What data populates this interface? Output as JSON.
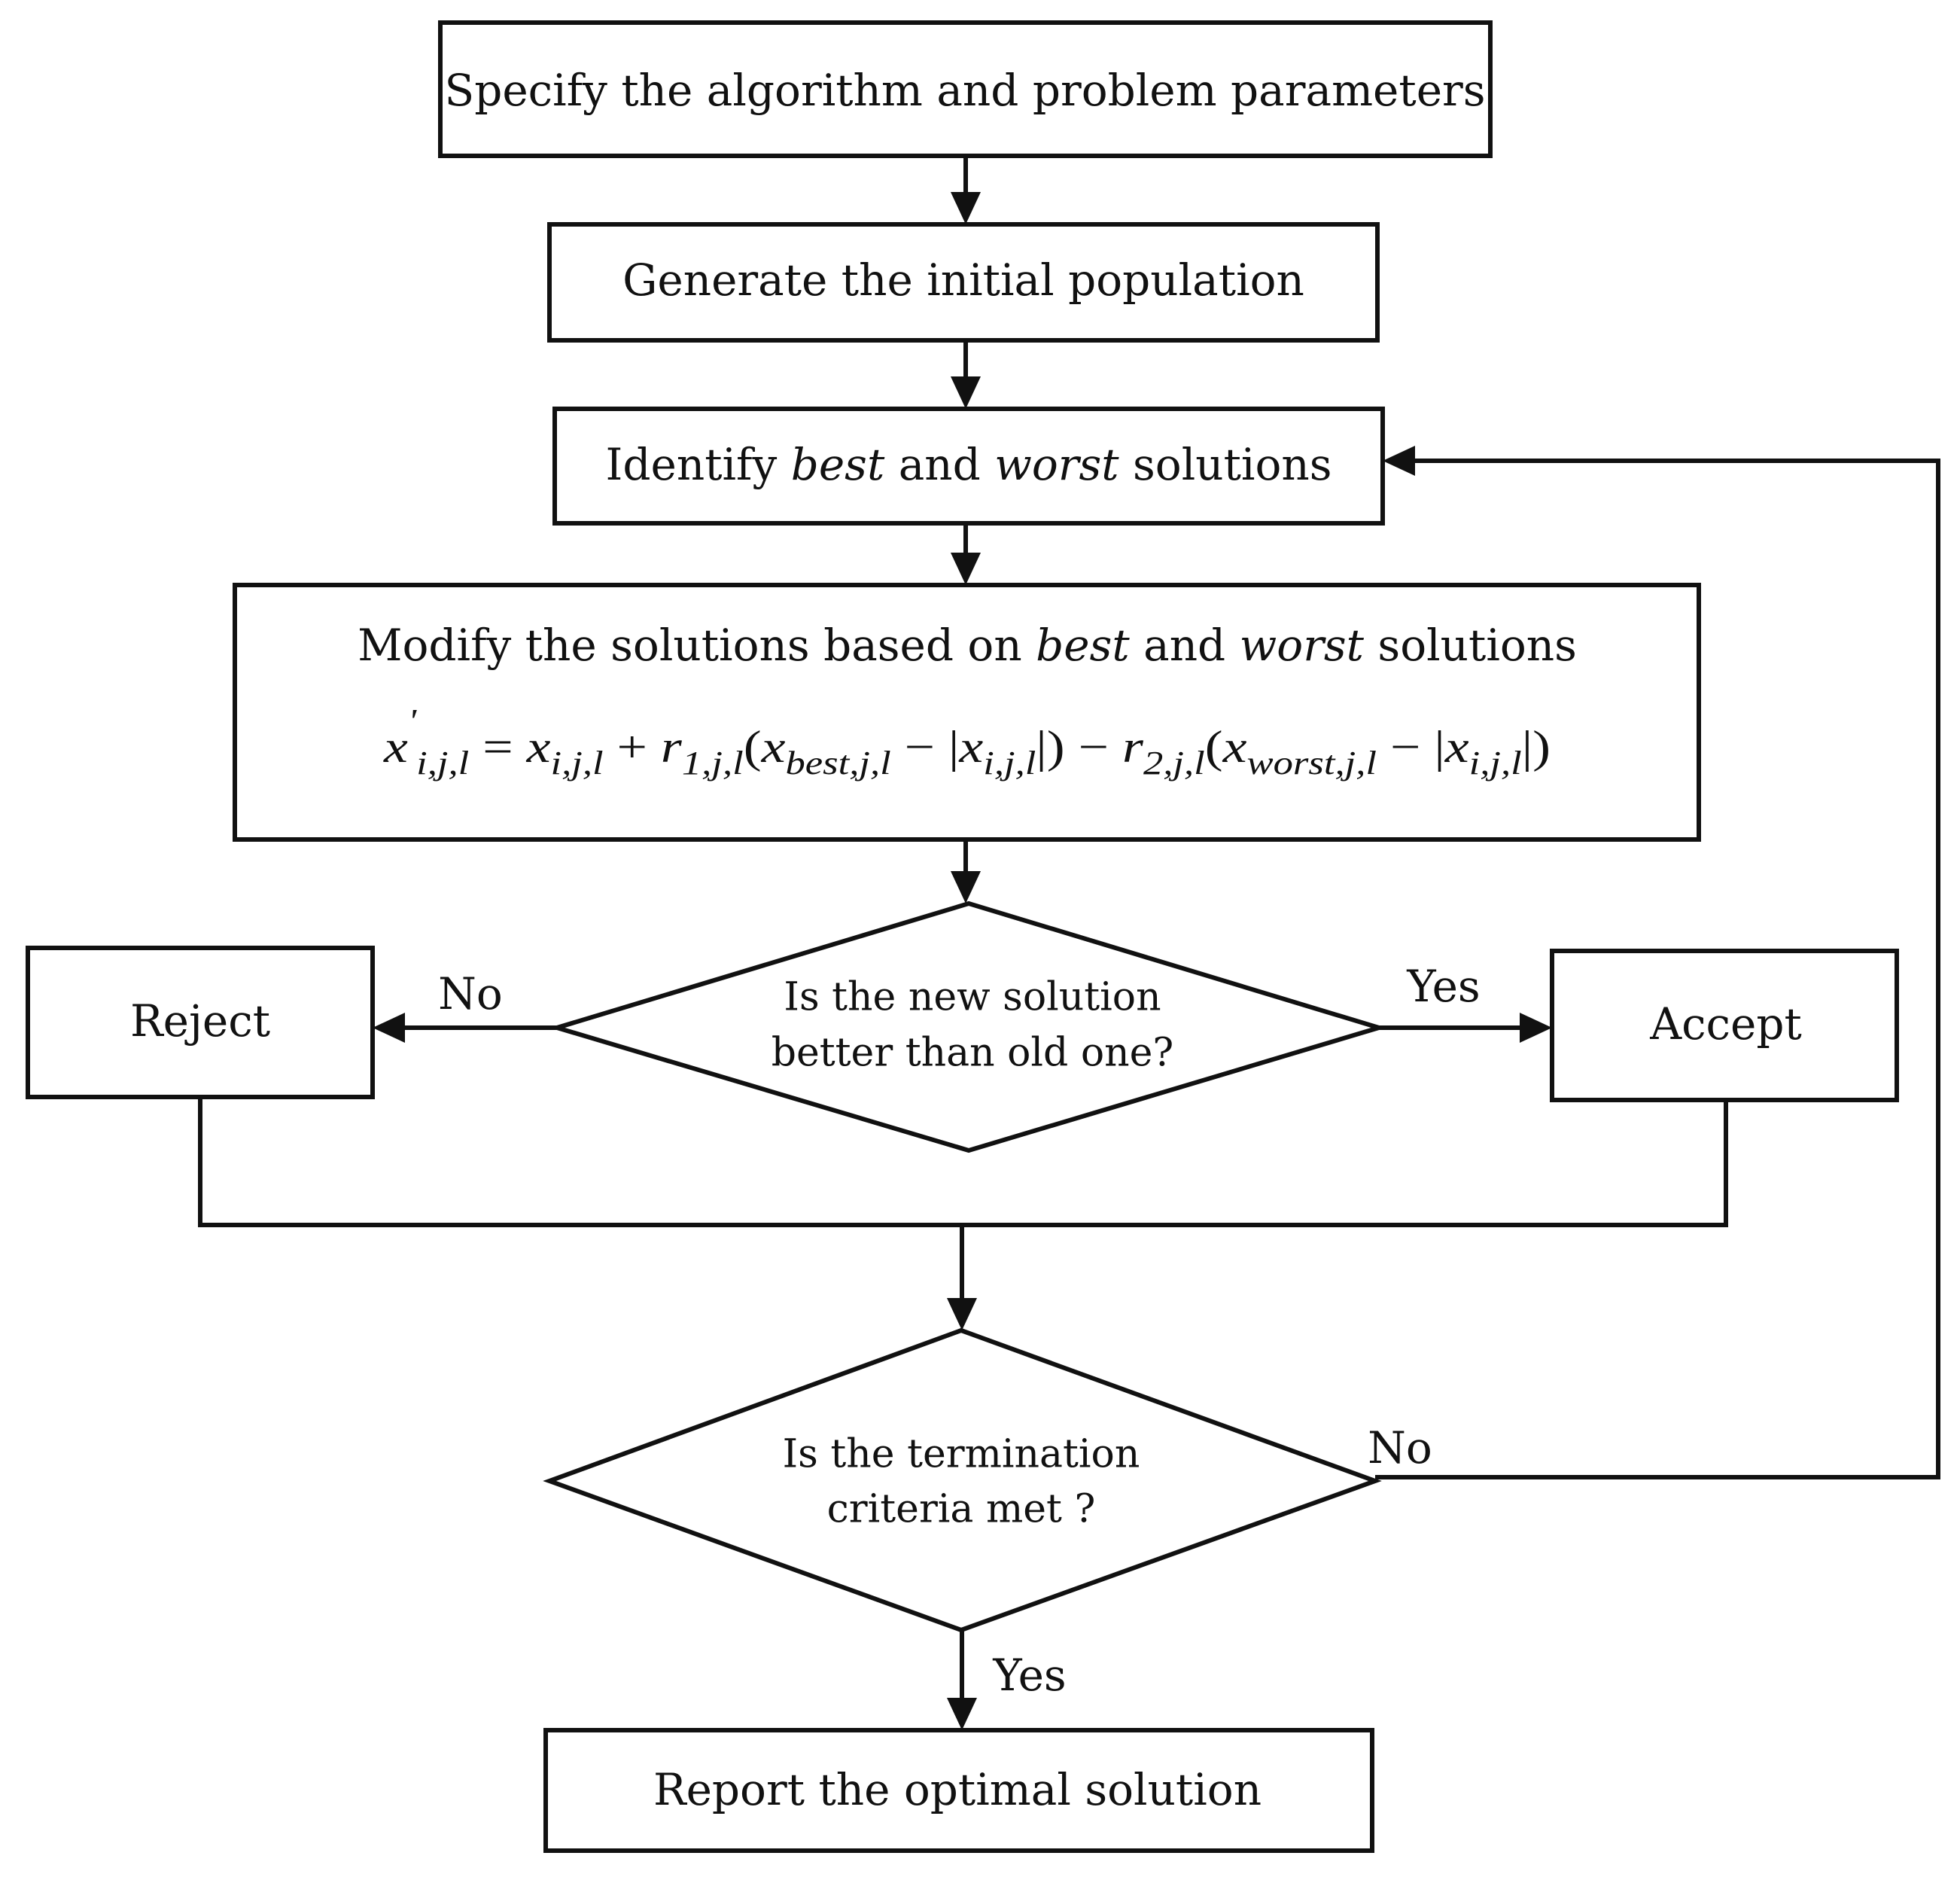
{
  "nodes": {
    "specify": {
      "text": "Specify the algorithm and problem parameters"
    },
    "generate": {
      "text": "Generate the initial population"
    },
    "identify": {
      "pre": "Identify ",
      "best": "best",
      "mid": " and ",
      "worst": "worst",
      "post": " solutions"
    },
    "modify": {
      "pre": "Modify the solutions based on ",
      "best": "best",
      "mid": " and ",
      "worst": "worst",
      "post": " solutions",
      "formula": {
        "lhs": "x",
        "lhs_prime": "'",
        "lhs_sub": "i,j,l",
        "eq": " = ",
        "x1": "x",
        "x1_sub": "i,j,l",
        "plus": " + ",
        "r1": "r",
        "r1_sub": "1,j,l",
        "open1": "(",
        "xb": "x",
        "xb_sub": "best,j,l",
        "minus1": " − |",
        "xa": "x",
        "xa_sub": "i,j,l",
        "close1": "|)",
        "minus2": " − ",
        "r2": "r",
        "r2_sub": "2,j,l",
        "open2": "(",
        "xw": "x",
        "xw_sub": "worst,j,l",
        "minus3": " − |",
        "xc": "x",
        "xc_sub": "i,j,l",
        "close2": "|)"
      }
    },
    "decision1": {
      "line1": "Is the new solution",
      "line2": "better than old one?"
    },
    "reject": {
      "text": "Reject"
    },
    "accept": {
      "text": "Accept"
    },
    "decision2": {
      "line1": "Is the termination",
      "line2": "criteria met ?"
    },
    "report": {
      "text": "Report the optimal solution"
    }
  },
  "edge_labels": {
    "d1_no": "No",
    "d1_yes": "Yes",
    "d2_no": "No",
    "d2_yes": "Yes"
  }
}
